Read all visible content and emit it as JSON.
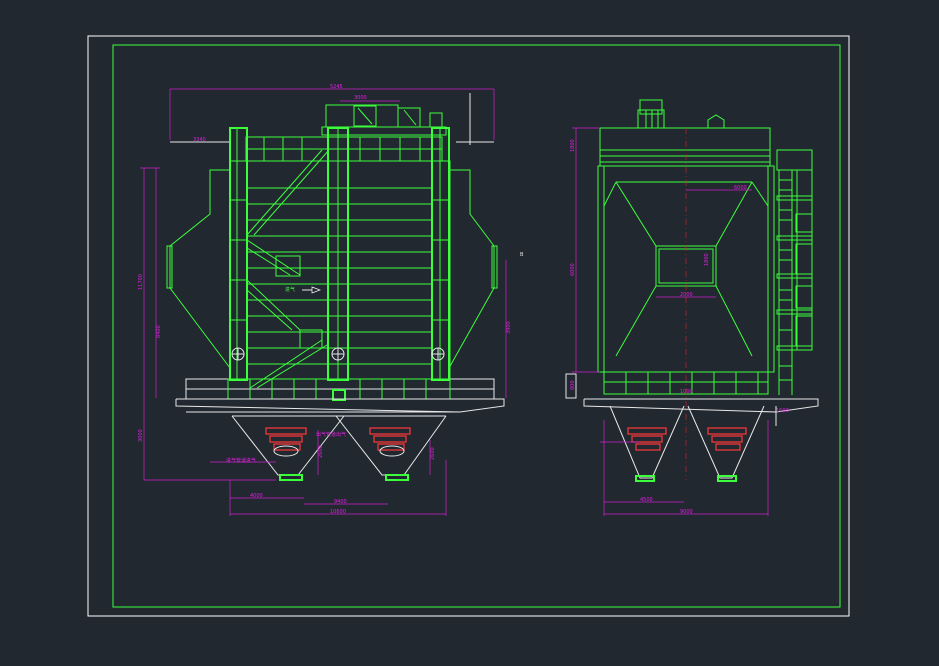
{
  "colors": {
    "background": "#212830",
    "frame": "#ffffff",
    "structure": "#3cff3c",
    "dimension": "#d020d0",
    "heater": "#ff3a3a",
    "centerline": "#e02020"
  },
  "front_view": {
    "dims": {
      "top_width": "5245",
      "platform": "3000",
      "left_top": "3340",
      "right_mark": "B",
      "height_left": "11700",
      "height_mid": "8400",
      "height_right": "3900",
      "bottom_left": "3000",
      "bottom_total": "10600",
      "bottom_mid": "9400",
      "bottom_left2": "4000",
      "hopper_1": "2600",
      "hopper_2": "2600"
    },
    "labels": {
      "flow": "进气",
      "inlet_note": "进气管道进气",
      "outlet_note": "出气管道出气"
    }
  },
  "side_view": {
    "dims": {
      "inner_top": "6000",
      "box": "2000",
      "box_h": "1800",
      "height_left": "6000",
      "top_left": "1800",
      "bottom_left": "800",
      "bottom_right": "1600",
      "base_right": "1000",
      "hopper_w": "4500",
      "total_w": "9000"
    }
  }
}
